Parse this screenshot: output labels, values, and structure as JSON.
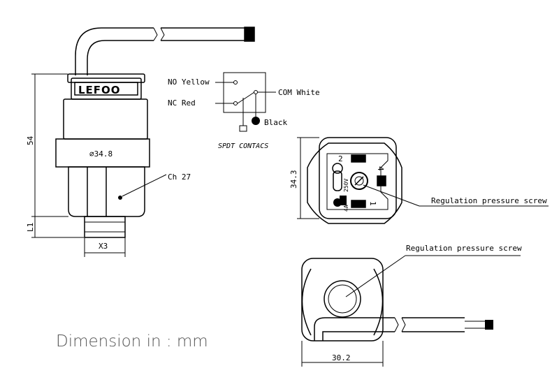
{
  "brand": "LEFOO",
  "dimensions": {
    "height": "54",
    "l1": "L1",
    "x3": "X3",
    "diameter": "∅34.8",
    "hex": "Ch 27",
    "connector_height": "34.3",
    "bottom_width": "30.2"
  },
  "wiring": {
    "no": "NO Yellow",
    "nc": "NC Red",
    "com": "COM White",
    "ground": "Black",
    "caption": "SPDT CONTACS"
  },
  "connector": {
    "pin2": "2",
    "pin4": "4",
    "pin1": "1",
    "voltage": "250V",
    "current": "4A"
  },
  "callouts": {
    "screw_side": "Regulation pressure screw",
    "screw_top": "Regulation pressure screw"
  },
  "footer": "Dimension in : mm"
}
